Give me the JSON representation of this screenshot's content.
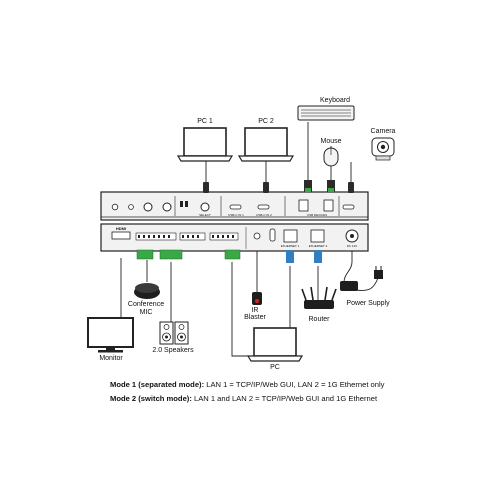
{
  "devices": {
    "keyboard": "Keyboard",
    "pc1": "PC 1",
    "pc2": "PC 2",
    "mouse": "Mouse",
    "camera": "Camera",
    "conference_mic_line1": "Conference",
    "conference_mic_line2": "MIC",
    "monitor": "Monitor",
    "speakers": "2.0 Speakers",
    "ir_blaster_line1": "IR",
    "ir_blaster_line2": "Blaster",
    "router": "Router",
    "power_supply": "Power Supply",
    "pc": "PC"
  },
  "front_panel": {
    "port_labels": [
      "SELECT",
      "USB-C IN 1",
      "USB-C IN 2",
      "USB DEVICES"
    ]
  },
  "rear_panel": {
    "port_labels": [
      "HDMI",
      "ETHERNET 1",
      "ETHERNET 2",
      "DC 12V"
    ]
  },
  "modes": {
    "mode1_title": "Mode 1 (separated mode):",
    "mode1_text": " LAN 1 = TCP/IP/Web GUI, LAN 2 = 1G Ethernet only",
    "mode2_title": "Mode 2 (switch mode):",
    "mode2_text": " LAN 1 and LAN 2 = TCP/IP/Web GUI and 1G Ethernet"
  },
  "colors": {
    "terminal_green": "#3aa845",
    "cable_blue": "#2f7fc1",
    "device_dark": "#2b2b2b",
    "panel_fill": "#ededed",
    "line": "#222222"
  }
}
